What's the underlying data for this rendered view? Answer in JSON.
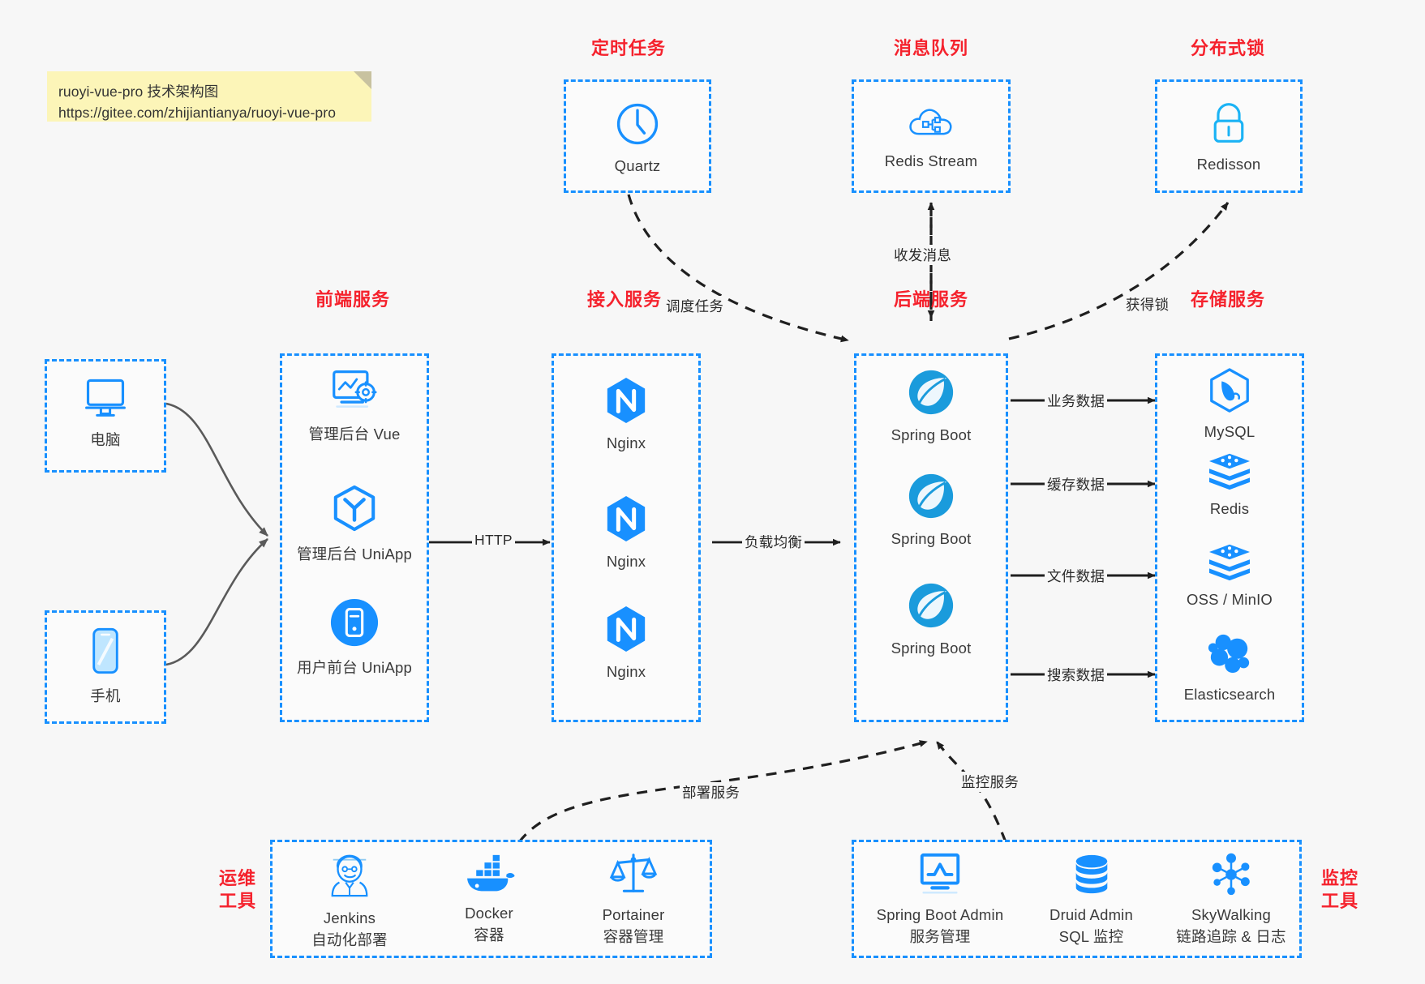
{
  "note": {
    "line1": "ruoyi-vue-pro 技术架构图",
    "line2": "https://gitee.com/zhijiantianya/ruoyi-vue-pro"
  },
  "colors": {
    "accent": "#1890ff",
    "caption": "#f5222d",
    "text": "#3a3a3a",
    "edge": "#1f1f1f",
    "client_edge": "#5a5a5a",
    "canvas": "#f7f7f7",
    "note_bg": "#fcf5b8"
  },
  "captions": {
    "scheduler": "定时任务",
    "mq": "消息队列",
    "lock": "分布式锁",
    "frontend": "前端服务",
    "gateway": "接入服务",
    "backend": "后端服务",
    "storage": "存储服务",
    "devops_l1": "运维",
    "devops_l2": "工具",
    "monitor_l1": "监控",
    "monitor_l2": "工具"
  },
  "clients": [
    {
      "label": "电脑",
      "icon": "desktop-icon"
    },
    {
      "label": "手机",
      "icon": "phone-icon"
    }
  ],
  "scheduler": {
    "nodes": [
      {
        "label": "Quartz",
        "icon": "clock-icon"
      }
    ]
  },
  "mq": {
    "nodes": [
      {
        "label": "Redis Stream",
        "icon": "cloud-stream-icon"
      }
    ]
  },
  "lock": {
    "nodes": [
      {
        "label": "Redisson",
        "icon": "lock-icon"
      }
    ]
  },
  "frontend": {
    "nodes": [
      {
        "label": "管理后台 Vue",
        "icon": "dashboard-settings-icon"
      },
      {
        "label": "管理后台 UniApp",
        "icon": "uniapp-icon"
      },
      {
        "label": "用户前台 UniApp",
        "icon": "mobile-app-icon"
      }
    ]
  },
  "gateway": {
    "nodes": [
      {
        "label": "Nginx",
        "icon": "nginx-icon"
      },
      {
        "label": "Nginx",
        "icon": "nginx-icon"
      },
      {
        "label": "Nginx",
        "icon": "nginx-icon"
      }
    ]
  },
  "backend": {
    "nodes": [
      {
        "label": "Spring Boot",
        "icon": "spring-icon"
      },
      {
        "label": "Spring Boot",
        "icon": "spring-icon"
      },
      {
        "label": "Spring Boot",
        "icon": "spring-icon"
      }
    ]
  },
  "storage": {
    "nodes": [
      {
        "label": "MySQL",
        "icon": "mysql-icon"
      },
      {
        "label": "Redis",
        "icon": "redis-icon"
      },
      {
        "label": "OSS / MinIO",
        "icon": "oss-icon"
      },
      {
        "label": "Elasticsearch",
        "icon": "elasticsearch-icon"
      }
    ]
  },
  "devops": {
    "nodes": [
      {
        "label": "Jenkins",
        "sub": "自动化部署",
        "icon": "jenkins-icon"
      },
      {
        "label": "Docker",
        "sub": "容器",
        "icon": "docker-icon"
      },
      {
        "label": "Portainer",
        "sub": "容器管理",
        "icon": "portainer-icon"
      }
    ]
  },
  "monitor": {
    "nodes": [
      {
        "label": "Spring Boot Admin",
        "sub": "服务管理",
        "icon": "monitor-chart-icon"
      },
      {
        "label": "Druid Admin",
        "sub": "SQL 监控",
        "icon": "database-icon"
      },
      {
        "label": "SkyWalking",
        "sub": "链路追踪 & 日志",
        "icon": "skywalking-icon"
      }
    ]
  },
  "edges": [
    {
      "name": "http",
      "label": "HTTP"
    },
    {
      "name": "load-balance",
      "label": "负载均衡"
    },
    {
      "name": "schedule-task",
      "label": "调度任务"
    },
    {
      "name": "mq-exchange",
      "label": "收发消息"
    },
    {
      "name": "acquire-lock",
      "label": "获得锁"
    },
    {
      "name": "business-data",
      "label": "业务数据"
    },
    {
      "name": "cache-data",
      "label": "缓存数据"
    },
    {
      "name": "file-data",
      "label": "文件数据"
    },
    {
      "name": "search-data",
      "label": "搜索数据"
    },
    {
      "name": "deploy-service",
      "label": "部署服务"
    },
    {
      "name": "monitor-service",
      "label": "监控服务"
    }
  ]
}
